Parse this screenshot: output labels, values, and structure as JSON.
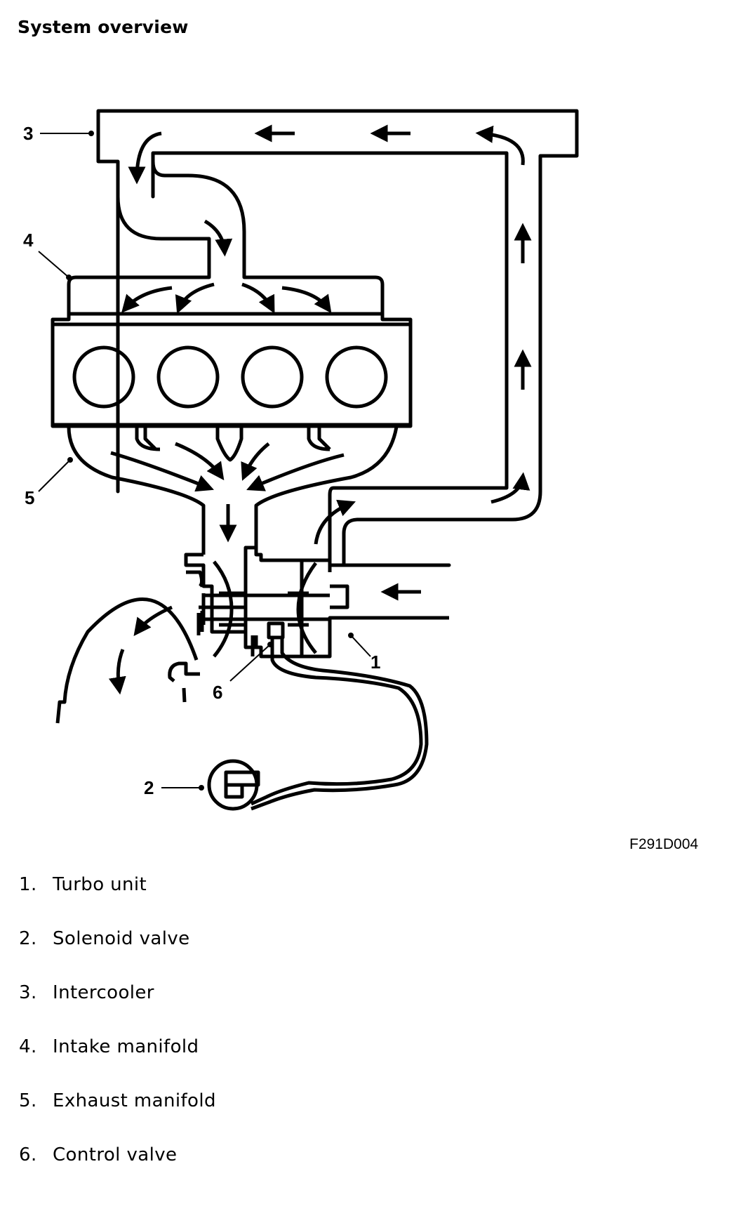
{
  "page": {
    "title": "System overview"
  },
  "figure": {
    "id": "F291D004",
    "callouts": [
      "1",
      "2",
      "3",
      "4",
      "5",
      "6"
    ]
  },
  "legend": [
    {
      "num": "1.",
      "label": "Turbo unit"
    },
    {
      "num": "2.",
      "label": "Solenoid valve"
    },
    {
      "num": "3.",
      "label": "Intercooler"
    },
    {
      "num": "4.",
      "label": "Intake manifold"
    },
    {
      "num": "5.",
      "label": "Exhaust manifold"
    },
    {
      "num": "6.",
      "label": "Control valve"
    }
  ]
}
